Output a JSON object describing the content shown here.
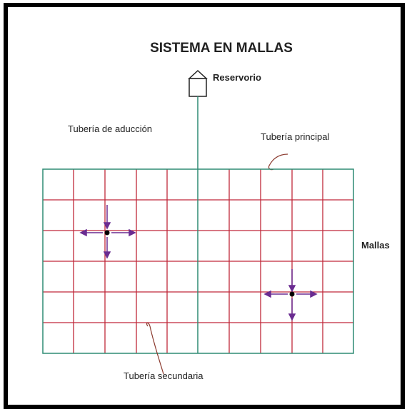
{
  "diagram": {
    "title": "SISTEMA EN MALLAS",
    "labels": {
      "reservoir": "Reservorio",
      "conduction_pipe": "Tubería de aducción",
      "main_pipe": "Tubería principal",
      "grid": "Mallas",
      "secondary_pipe": "Tubería secundaria"
    },
    "colors": {
      "frame": "#000000",
      "main_pipe": "#2e8b74",
      "secondary_pipe": "#c0283a",
      "arrow": "#6a2c91",
      "junction": "#000000",
      "leader": "#8b3a2e"
    },
    "icons": [
      "reservoir-tank-icon",
      "flow-arrow-icon",
      "junction-node-icon"
    ]
  }
}
